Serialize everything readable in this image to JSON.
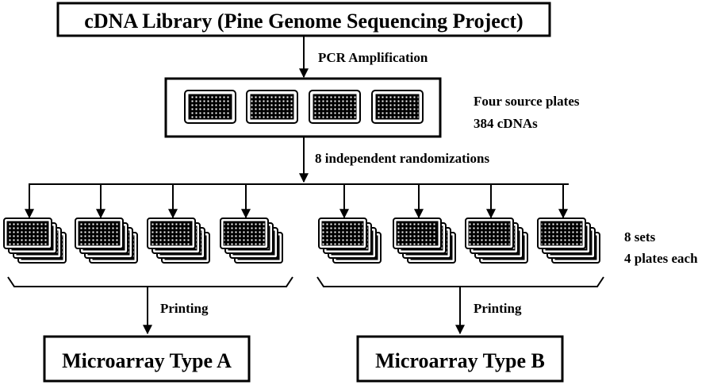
{
  "library": {
    "label": "cDNA Library (Pine Genome Sequencing Project)"
  },
  "pcr": {
    "label": "PCR Amplification"
  },
  "source_plates": {
    "count": 4,
    "caption": [
      "Four source plates",
      "384 cDNAs"
    ]
  },
  "randomization": {
    "label": "8 independent randomizations"
  },
  "sets": {
    "caption": [
      "8 sets",
      "4 plates each"
    ]
  },
  "printing": {
    "left_label": "Printing",
    "right_label": "Printing"
  },
  "microarrays": {
    "type_a": "Microarray Type A",
    "type_b": "Microarray Type B"
  }
}
